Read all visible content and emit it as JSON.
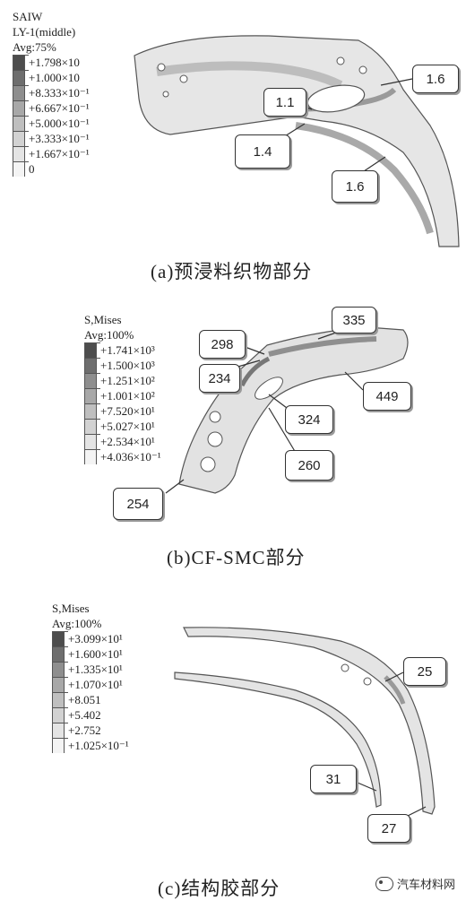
{
  "panels": [
    {
      "legend": {
        "header": [
          "SAIW",
          "LY-1(middle)",
          "Avg:75%"
        ],
        "values": [
          "+1.798×10",
          "+1.000×10",
          "+8.333×10⁻¹",
          "+6.667×10⁻¹",
          "+5.000×10⁻¹",
          "+3.333×10⁻¹",
          "+1.667×10⁻¹",
          "0"
        ]
      },
      "callouts": [
        "1.6",
        "1.1",
        "1.4",
        "1.6"
      ],
      "caption": "(a)预浸料织物部分"
    },
    {
      "legend": {
        "header": [
          "S,Mises",
          "Avg:100%"
        ],
        "values": [
          "+1.741×10³",
          "+1.500×10³",
          "+1.251×10²",
          "+1.001×10²",
          "+7.520×10¹",
          "+5.027×10¹",
          "+2.534×10¹",
          "+4.036×10⁻¹"
        ]
      },
      "callouts": [
        "298",
        "335",
        "234",
        "449",
        "324",
        "260",
        "254"
      ],
      "caption": "(b)CF-SMC部分"
    },
    {
      "legend": {
        "header": [
          "S,Mises",
          "Avg:100%"
        ],
        "values": [
          "+3.099×10¹",
          "+1.600×10¹",
          "+1.335×10¹",
          "+1.070×10¹",
          "+8.051",
          "+5.402",
          "+2.752",
          "+1.025×10⁻¹"
        ]
      },
      "callouts": [
        "25",
        "31",
        "27"
      ],
      "caption": "(c)结构胶部分"
    }
  ],
  "legend_shades": [
    "#4d4d4d",
    "#6e6e6e",
    "#8e8e8e",
    "#a8a8a8",
    "#bfbfbf",
    "#d2d2d2",
    "#e4e4e4",
    "#f4f4f4"
  ],
  "watermark": "汽车材料网"
}
